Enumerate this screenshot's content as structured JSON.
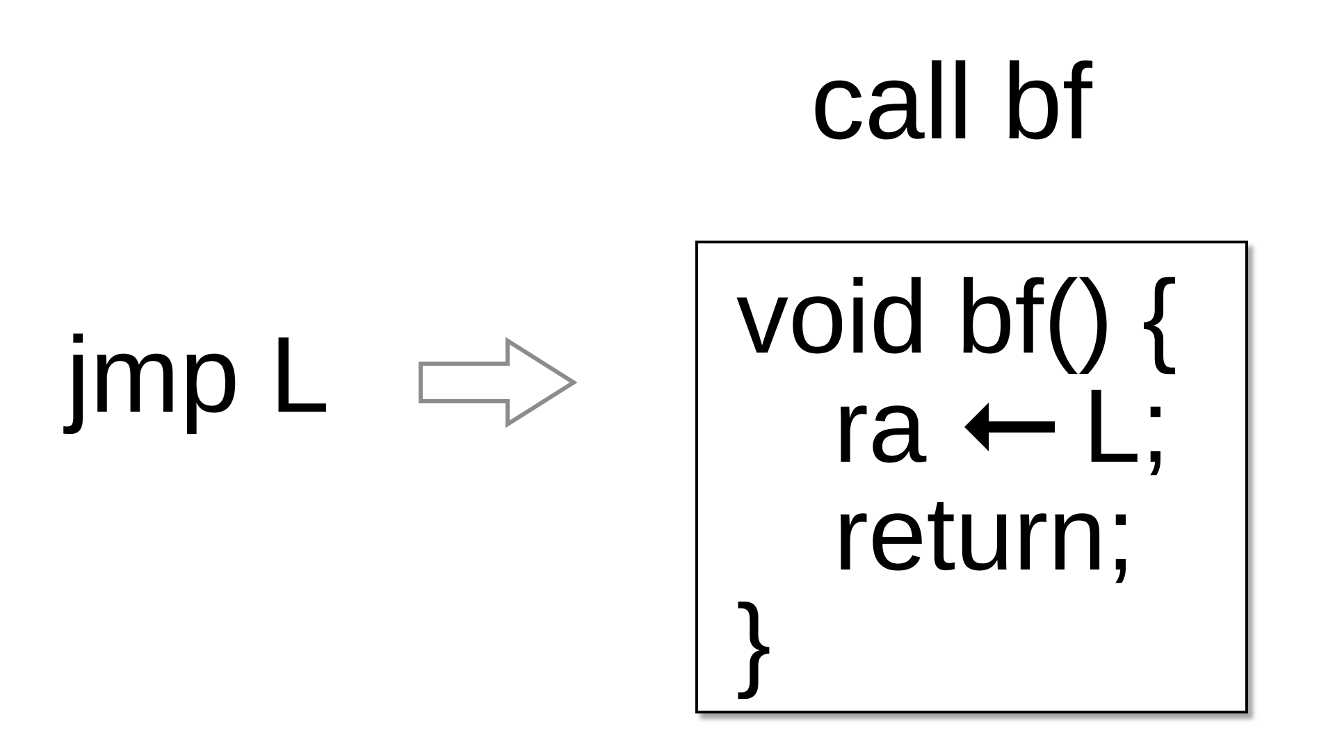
{
  "top_label": "call bf",
  "left_label": "jmp L",
  "arrow_color": "#8c8c8c",
  "code": {
    "line_1": "void bf() {",
    "line_2_left": "ra",
    "line_2_right": "L;",
    "line_3": "return;",
    "line_4": "}",
    "assign_arrow_icon": "left-arrow-icon"
  }
}
